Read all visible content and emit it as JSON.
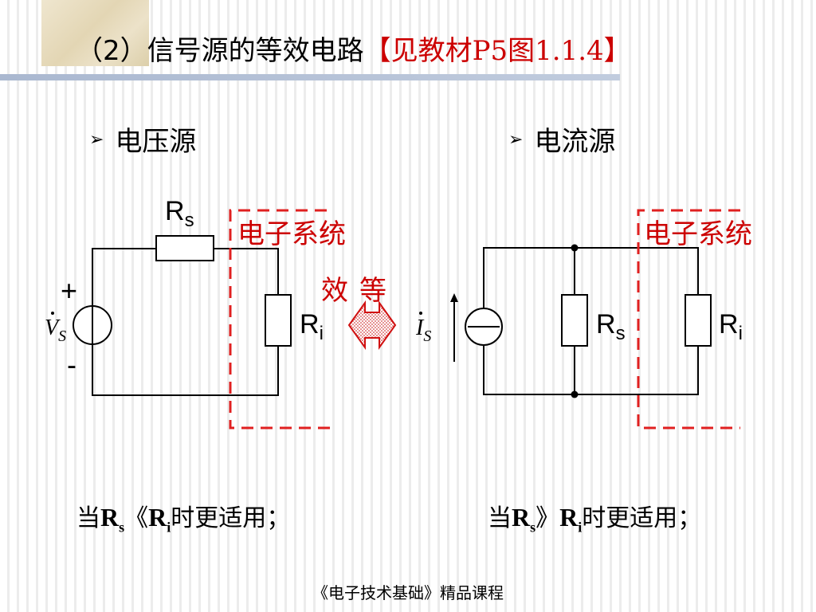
{
  "title": {
    "main": "（2）信号源的等效电路",
    "ref": "【见教材P5图1.1.4】"
  },
  "bullets": {
    "left": "电压源",
    "right": "电流源"
  },
  "voltage_circuit": {
    "rs_label": "R",
    "rs_sub": "s",
    "ri_label": "R",
    "ri_sub": "i",
    "plus": "+",
    "minus": "-",
    "source_label": "V",
    "source_sub": "S",
    "system_label": "电子系统"
  },
  "equivalence": {
    "char1": "效",
    "char2": "等"
  },
  "current_circuit": {
    "source_label": "I",
    "source_sub": "S",
    "rs_label": "R",
    "rs_sub": "s",
    "ri_label": "R",
    "ri_sub": "i",
    "system_label": "电子系统"
  },
  "notes": {
    "left": {
      "prefix": "当",
      "r1": "R",
      "r1_sub": "s",
      "relation": "《",
      "r2": "R",
      "r2_sub": "i",
      "suffix": "时更适用；"
    },
    "right": {
      "prefix": "当",
      "r1": "R",
      "r1_sub": "s",
      "relation": "》",
      "r2": "R",
      "r2_sub": "i",
      "suffix": "时更适用；"
    }
  },
  "footer": "《电子技术基础》精品课程",
  "colors": {
    "accent_red": "#cc0000",
    "title_bar": "#b0bfd6",
    "wire": "#000000"
  }
}
